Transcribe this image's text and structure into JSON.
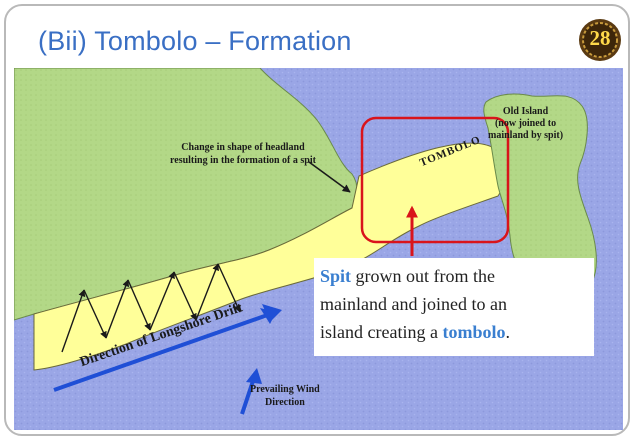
{
  "slide": {
    "title": "(Bii) Tombolo – Formation",
    "slide_number": "28"
  },
  "diagram": {
    "headland_label_line1": "Change in shape of headland",
    "headland_label_line2": "resulting in the formation of a spit",
    "old_island_line1": "Old Island",
    "old_island_line2": "(now joined to",
    "old_island_line3": "mainland by spit)",
    "tombolo_label": "TOMBOLO",
    "longshore_label": "Direction of Longshore Drift",
    "wind_label_line1": "Prevailing Wind",
    "wind_label_line2": "Direction"
  },
  "callout": {
    "w1": "Spit",
    "t1": " grown out from the",
    "t2": "mainland and joined to an",
    "t3": "island creating a ",
    "w2": "tombolo",
    "t4": "."
  },
  "colors": {
    "title": "#3a6fc4",
    "sea": "#9aa6e6",
    "land": "#b3d887",
    "spit": "#ffff99",
    "highlight_box": "#d9141b",
    "arrow_blue": "#1f4fd6",
    "callout_highlight": "#3a7fd0"
  }
}
